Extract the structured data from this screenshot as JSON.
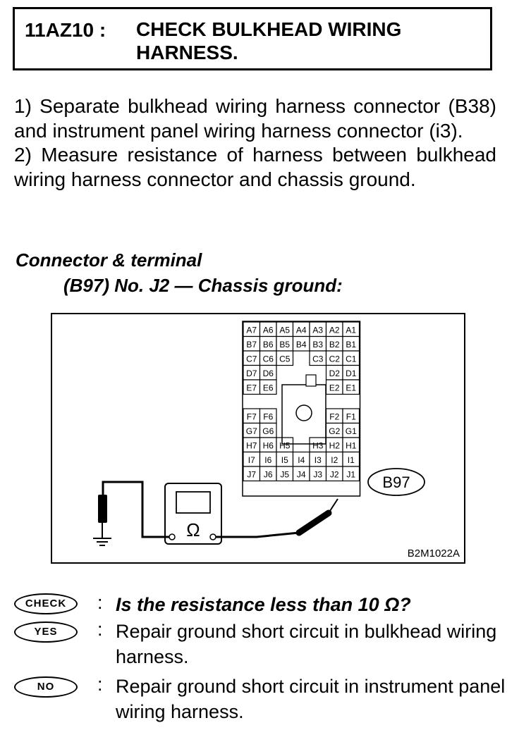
{
  "header": {
    "code": "11AZ10 :",
    "title_line1": "CHECK BULKHEAD WIRING",
    "title_line2": "HARNESS."
  },
  "steps": [
    "1) Separate bulkhead wiring harness connector (B38) and instrument panel wiring harness connector (i3).",
    "2) Measure resistance of harness between bulkhead wiring harness connector and chassis ground."
  ],
  "connector_heading": "Connector & terminal",
  "connector_detail": "(B97) No. J2 — Chassis ground:",
  "diagram": {
    "connector_label": "B97",
    "image_code": "B2M1022A",
    "meter_symbol": "Ω",
    "terminals": {
      "row_a": [
        "A7",
        "A6",
        "A5",
        "A4",
        "A3",
        "A2",
        "A1"
      ],
      "row_b": [
        "B7",
        "B6",
        "B5",
        "B4",
        "B3",
        "B2",
        "B1"
      ],
      "row_c": [
        "C7",
        "C6",
        "C5",
        "C3",
        "C2",
        "C1"
      ],
      "row_d": [
        "D7",
        "D6",
        "D2",
        "D1"
      ],
      "row_e": [
        "E7",
        "E6",
        "E2",
        "E1"
      ],
      "row_f": [
        "F7",
        "F6",
        "F2",
        "F1"
      ],
      "row_g": [
        "G7",
        "G6",
        "G2",
        "G1"
      ],
      "row_h": [
        "H7",
        "H6",
        "H5",
        "H3",
        "H2",
        "H1"
      ],
      "row_i": [
        "I7",
        "I6",
        "I5",
        "I4",
        "I3",
        "I2",
        "I1"
      ],
      "row_j": [
        "J7",
        "J6",
        "J5",
        "J4",
        "J3",
        "J2",
        "J1"
      ]
    }
  },
  "answers": {
    "check_badge": "CHECK",
    "check_text": "Is the resistance less than 10 Ω?",
    "yes_badge": "YES",
    "yes_text": "Repair ground short circuit in bulkhead wiring harness.",
    "no_badge": "NO",
    "no_text": "Repair ground short circuit in instrument panel wiring harness.",
    "colon": ":"
  }
}
